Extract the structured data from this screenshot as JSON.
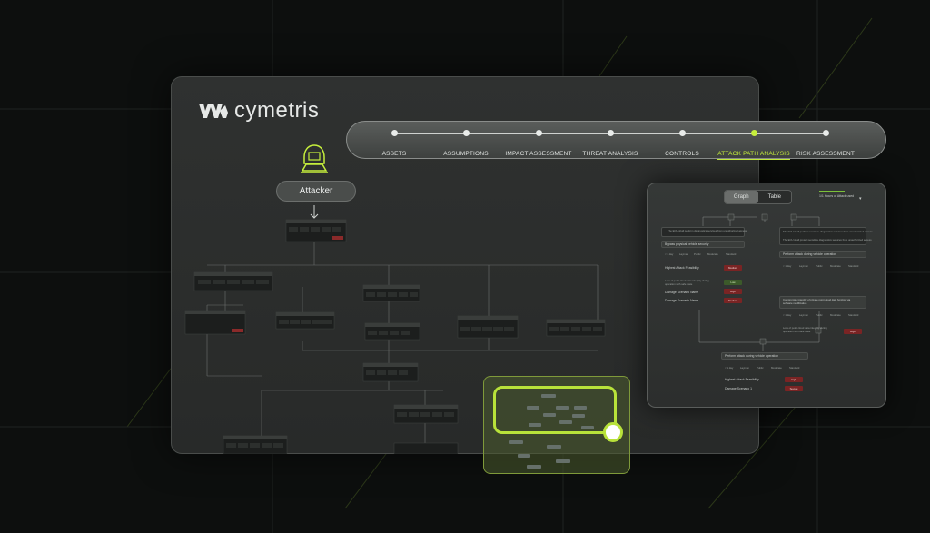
{
  "brand": {
    "name": "cymetris"
  },
  "stepper": {
    "steps": [
      {
        "label": "ASSETS",
        "active": false
      },
      {
        "label": "ASSUMPTIONS",
        "active": false
      },
      {
        "label": "IMPACT ASSESSMENT",
        "active": false
      },
      {
        "label": "THREAT ANALYSIS",
        "active": false
      },
      {
        "label": "CONTROLS",
        "active": false
      },
      {
        "label": "ATTACK PATH ANALYSIS",
        "active": true
      },
      {
        "label": "RISK ASSESSMENT",
        "active": false
      }
    ]
  },
  "attack_tree": {
    "root_label": "Attacker",
    "root_icon": "hacker-icon"
  },
  "detail": {
    "view_toggle": {
      "graph": "Graph",
      "table": "Table",
      "selected": "Graph"
    },
    "hours_label": "1/1 Hours of Attack used",
    "left_node": {
      "title": "Bypass physical vehicle security",
      "option_a": "The ECU shall perform diagnostics services from unauthorized access",
      "feasibility_label": "Highest Attack Feasibility",
      "feasibility_value": "Medium",
      "loss_label": "Loss of point cloud data integrity during operation with safe state",
      "loss_value": "Low",
      "scenario1_label": "Damage Scenario Name",
      "scenario1_value": "High",
      "scenario2_label": "Damage Scenario Name",
      "scenario2_value": "Medium"
    },
    "right_node": {
      "option_a": "The ECU shall perform sensitive diagnostics services from unauthorized access",
      "option_b": "The ECU shall protect sensitive diagnostics services from unauthorized access",
      "title": "Perform attack during vehicle operation",
      "compromise_title": "Compromise integrity of private point cloud data function via software modification",
      "loss_label": "Loss of point cloud data integrity during operation with safe state",
      "loss_value": "High"
    },
    "bottom_node": {
      "title": "Perform attack during vehicle operation",
      "feasibility_label": "Highest Attack Feasibility",
      "feasibility_value": "High",
      "scenario_label": "Damage Scenario 1",
      "scenario_value": "Severe"
    },
    "ratings": [
      "< 1 day",
      "Layman",
      "Public",
      "Moderate",
      "Standard"
    ]
  },
  "colors": {
    "accent": "#c6ef3c",
    "danger": "#7a2424",
    "panel": "#2f3130"
  }
}
